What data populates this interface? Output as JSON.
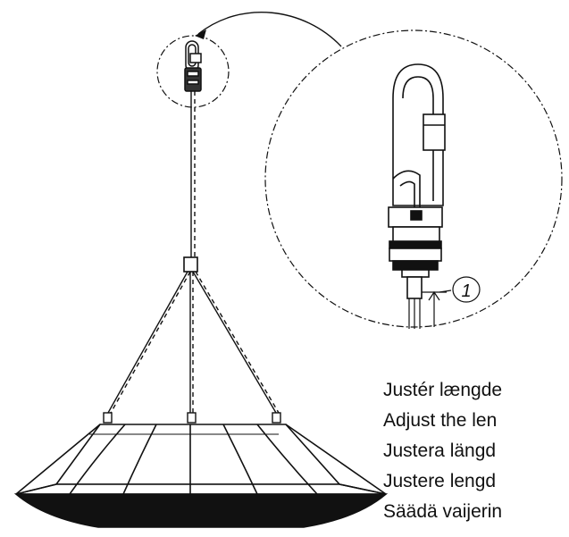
{
  "callout": {
    "number": "1"
  },
  "instructions": [
    "Justér længde",
    "Adjust the len",
    "Justera längd",
    "Justere lengd",
    "Säädä vaijerin"
  ],
  "colors": {
    "ink": "#111111",
    "background": "#ffffff"
  }
}
